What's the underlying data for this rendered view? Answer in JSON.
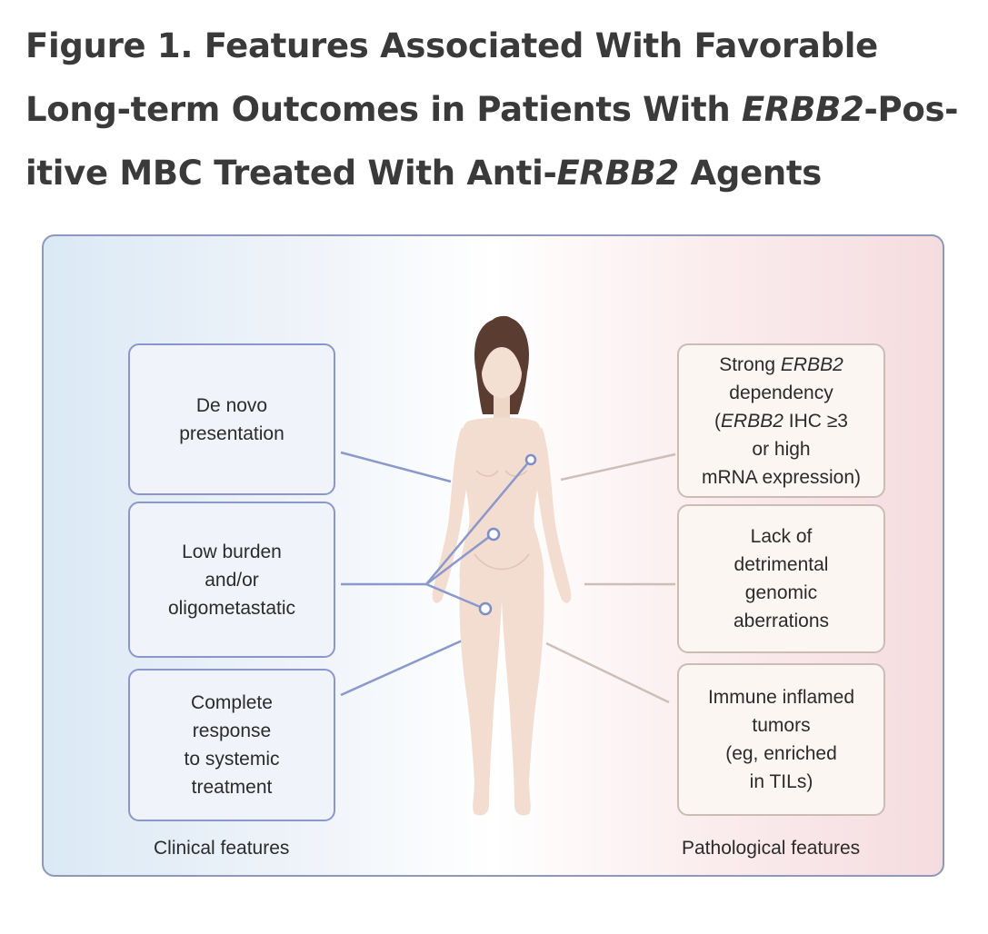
{
  "figure": {
    "title_line1": "Figure 1.  Features Associated With Favorable",
    "title_line2_a": "Long-term Outcomes in Patients With ",
    "title_line2_b": "ERBB2",
    "title_line2_c": "-Pos-",
    "title_line3_a": "itive MBC Treated With Anti-",
    "title_line3_b": "ERBB2",
    "title_line3_c": " Agents"
  },
  "clinical": {
    "caption": "Clinical features",
    "box1": {
      "l1": "De novo",
      "l2": "presentation"
    },
    "box2": {
      "l1": "Low burden",
      "l2": "and/or",
      "l3": "oligometastatic"
    },
    "box3": {
      "l1": "Complete",
      "l2": "response",
      "l3": "to systemic",
      "l4": "treatment"
    }
  },
  "pathological": {
    "caption": "Pathological features",
    "box1": {
      "l1a": "Strong ",
      "l1b": "ERBB2",
      "l2": "dependency",
      "l3a": "(",
      "l3b": "ERBB2",
      "l3c": " IHC ≥3",
      "l4": "or high",
      "l5": "mRNA expression)"
    },
    "box2": {
      "l1": "Lack of",
      "l2": "detrimental",
      "l3": "genomic",
      "l4": "aberrations"
    },
    "box3": {
      "l1": "Immune inflamed",
      "l2": "tumors",
      "l3": "(eg, enriched",
      "l4": "in TILs)"
    }
  },
  "colors": {
    "clinical_border": "#8b97cc",
    "pathological_border": "#cbbcb4",
    "body_skin": "#f2ddd0",
    "hair": "#5a3d30",
    "clinical_line": "#8a98cc",
    "pathological_line": "#cdbfb7"
  }
}
